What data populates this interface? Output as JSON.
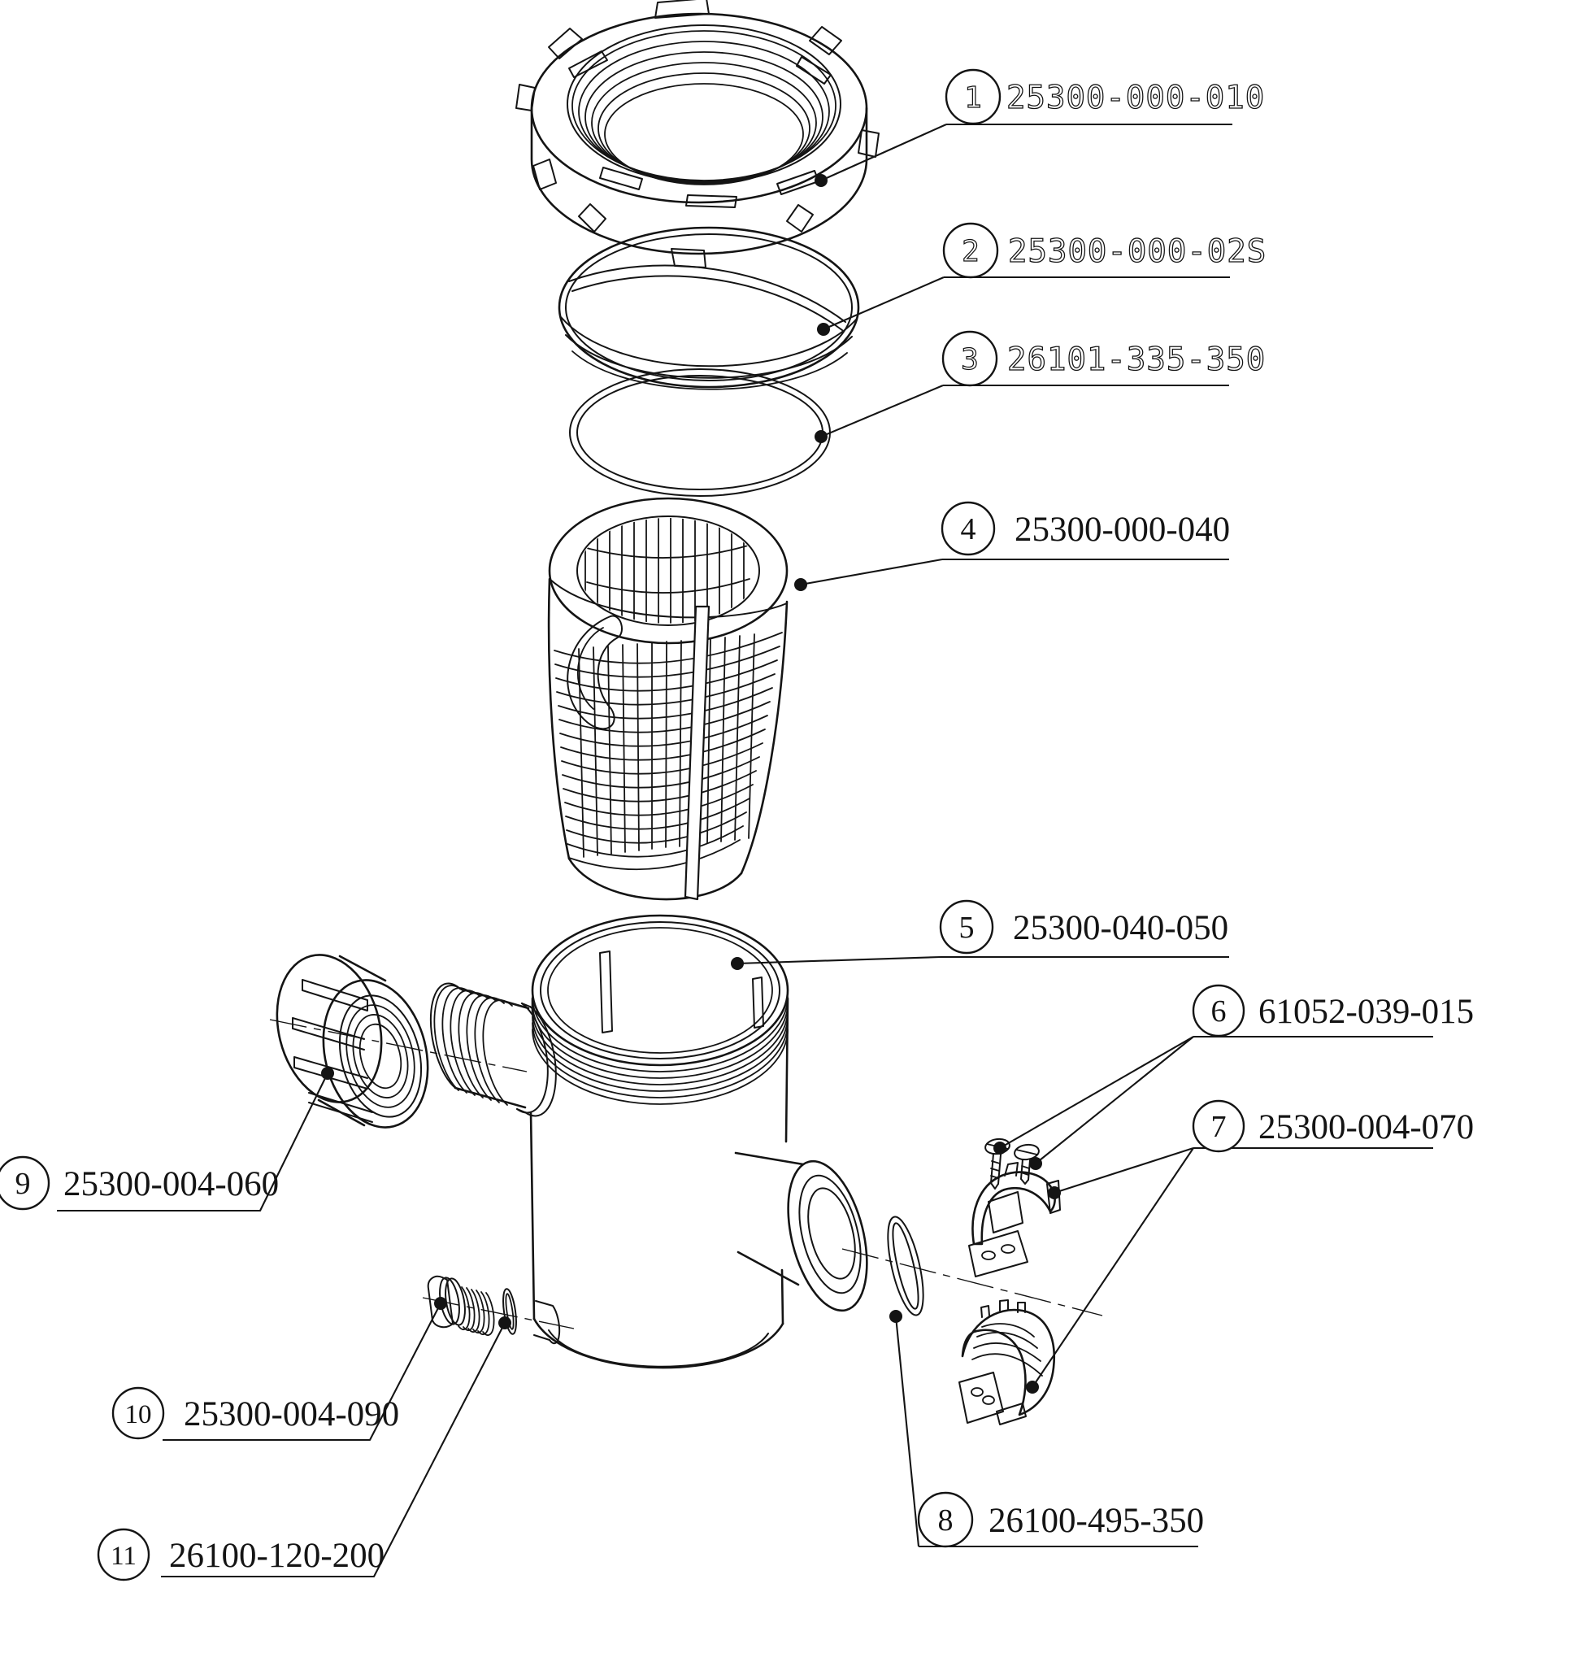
{
  "diagram": {
    "background_color": "#ffffff",
    "line_color": "#141414"
  },
  "callouts": [
    {
      "num": "1",
      "part": "25300-000-010"
    },
    {
      "num": "2",
      "part": "25300-000-02S"
    },
    {
      "num": "3",
      "part": "26101-335-350"
    },
    {
      "num": "4",
      "part": "25300-000-040"
    },
    {
      "num": "5",
      "part": "25300-040-050"
    },
    {
      "num": "6",
      "part": "61052-039-015"
    },
    {
      "num": "7",
      "part": "25300-004-070"
    },
    {
      "num": "8",
      "part": "26100-495-350"
    },
    {
      "num": "9",
      "part": "25300-004-060"
    },
    {
      "num": "10",
      "part": "25300-004-090"
    },
    {
      "num": "11",
      "part": "26100-120-200"
    }
  ]
}
